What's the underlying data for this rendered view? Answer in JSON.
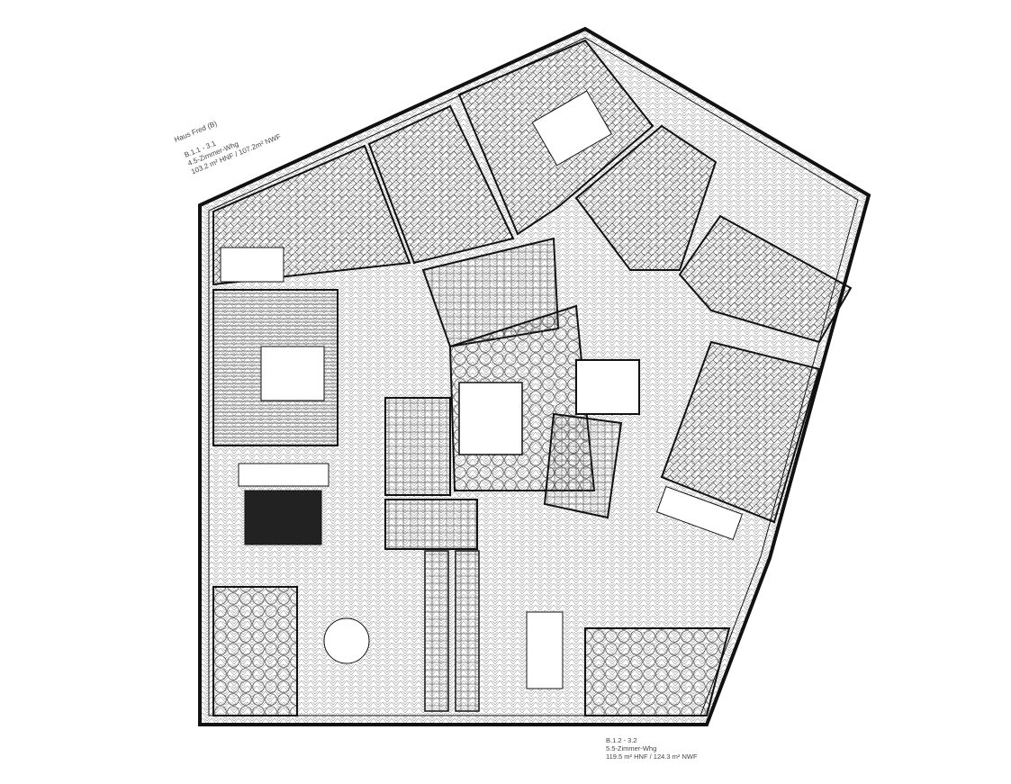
{
  "building": {
    "name": "Haus Fred (B)"
  },
  "units": [
    {
      "id": "B.1.1 - 3.1",
      "type": "4.5-Zimmer-Whg",
      "area": "103.2 m² HNF / 107.2m² NWF"
    },
    {
      "id": "B.1.2 - 3.2",
      "type": "5.5-Zimmer-Whg",
      "area": "119.5 m² HNF / 124.3 m² NWF"
    }
  ],
  "colors": {
    "line": "#111111",
    "hatch": "#555555",
    "background": "#ffffff"
  }
}
